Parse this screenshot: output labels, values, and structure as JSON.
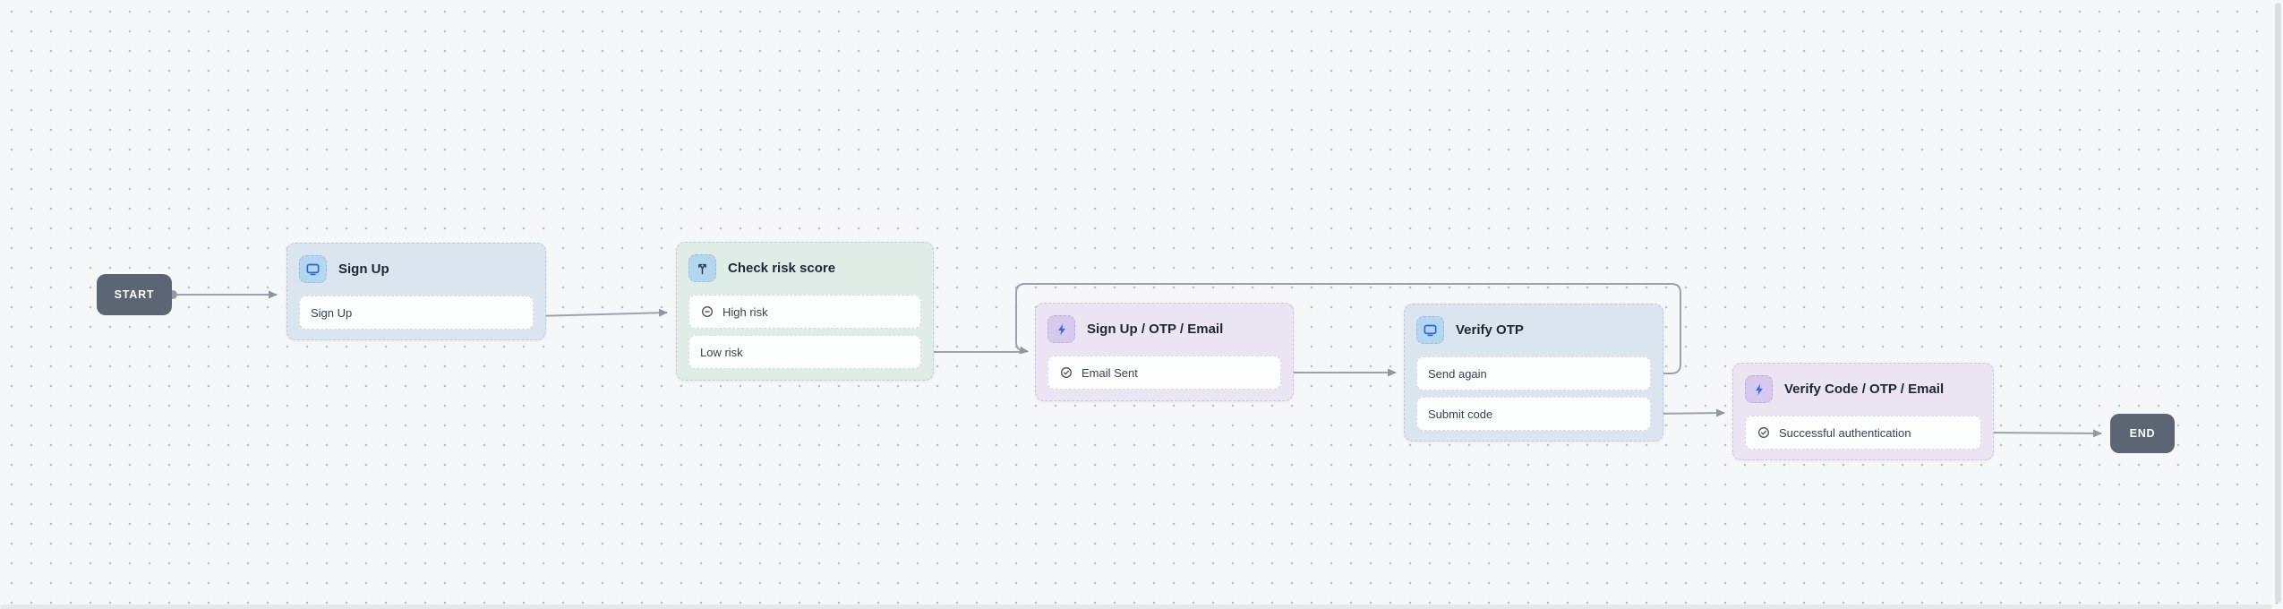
{
  "start_label": "START",
  "end_label": "END",
  "nodes": [
    {
      "id": "sign-up",
      "title": "Sign Up",
      "icon": "monitor-icon",
      "color": "blue",
      "rows": [
        {
          "label": "Sign Up"
        }
      ]
    },
    {
      "id": "check-risk-score",
      "title": "Check risk score",
      "icon": "split-arrows-icon",
      "color": "mint",
      "rows": [
        {
          "label": "High risk",
          "icon": "minus-circle-icon"
        },
        {
          "label": "Low risk"
        }
      ]
    },
    {
      "id": "sign-up-otp-email",
      "title": "Sign Up / OTP / Email",
      "icon": "lightning-icon",
      "color": "lavender",
      "rows": [
        {
          "label": "Email Sent",
          "icon": "check-circle-icon"
        }
      ]
    },
    {
      "id": "verify-otp",
      "title": "Verify OTP",
      "icon": "monitor-icon",
      "color": "blue",
      "rows": [
        {
          "label": "Send again"
        },
        {
          "label": "Submit code"
        }
      ]
    },
    {
      "id": "verify-code-otp-email",
      "title": "Verify Code / OTP / Email",
      "icon": "lightning-icon",
      "color": "lavender",
      "rows": [
        {
          "label": "Successful authentication",
          "icon": "check-circle-icon"
        }
      ]
    }
  ],
  "edges": [
    {
      "source": "start",
      "target": "sign-up"
    },
    {
      "source": "sign-up",
      "source_port": "Sign Up",
      "target": "check-risk-score"
    },
    {
      "source": "check-risk-score",
      "source_port": "Low risk",
      "target": "sign-up-otp-email"
    },
    {
      "source": "sign-up-otp-email",
      "source_port": "Email Sent",
      "target": "verify-otp"
    },
    {
      "source": "verify-otp",
      "source_port": "Send again",
      "target": "sign-up-otp-email"
    },
    {
      "source": "verify-otp",
      "source_port": "Submit code",
      "target": "verify-code-otp-email"
    },
    {
      "source": "verify-code-otp-email",
      "source_port": "Successful authentication",
      "target": "end"
    }
  ],
  "colors": {
    "canvas_bg": "#f6f7f8",
    "grid_dot": "#b9bec5",
    "node_blue": "#dbe5f0",
    "node_mint": "#e0ede7",
    "node_lavender": "#ebe4f3",
    "tile_blue": "#b3d7ef",
    "tile_purple": "#d7c8ef",
    "terminal_bg": "#5c6573",
    "edge_gray": "#9aa2ab",
    "icon_blue": "#2e66d9",
    "bolt_blue": "#2f6ae8"
  }
}
